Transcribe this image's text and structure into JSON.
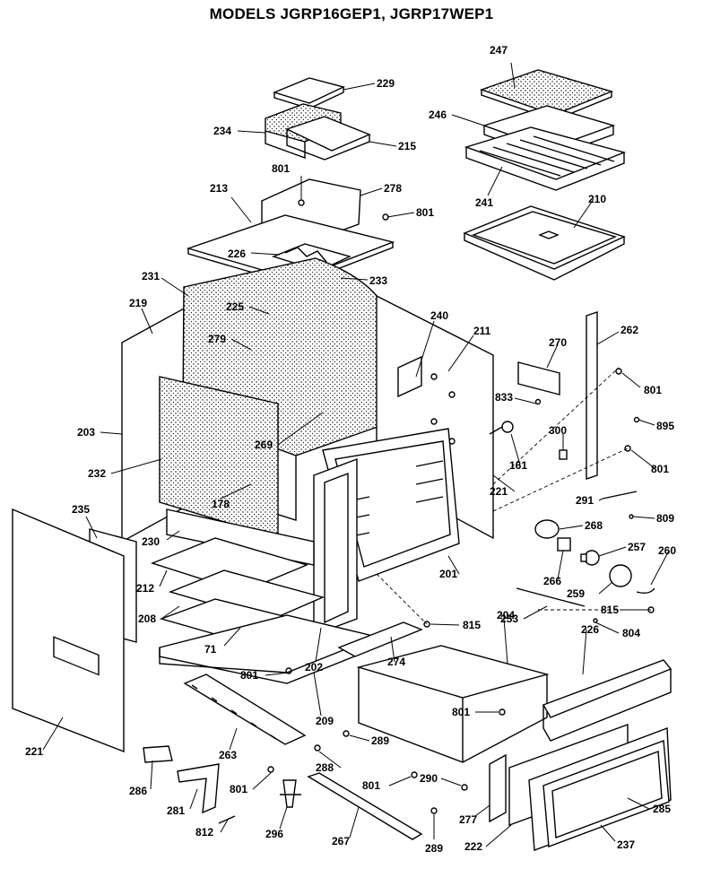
{
  "title": "MODELS JGRP16GEP1, JGRP17WEP1",
  "callouts": [
    {
      "text": "229"
    },
    {
      "text": "234"
    },
    {
      "text": "215"
    },
    {
      "text": "801"
    },
    {
      "text": "213"
    },
    {
      "text": "278"
    },
    {
      "text": "801"
    },
    {
      "text": "226"
    },
    {
      "text": "233"
    },
    {
      "text": "231"
    },
    {
      "text": "225"
    },
    {
      "text": "219"
    },
    {
      "text": "279"
    },
    {
      "text": "240"
    },
    {
      "text": "211"
    },
    {
      "text": "203"
    },
    {
      "text": "269"
    },
    {
      "text": "232"
    },
    {
      "text": "178"
    },
    {
      "text": "235"
    },
    {
      "text": "230"
    },
    {
      "text": "212"
    },
    {
      "text": "208"
    },
    {
      "text": "71"
    },
    {
      "text": "801"
    },
    {
      "text": "202"
    },
    {
      "text": "274"
    },
    {
      "text": "815"
    },
    {
      "text": "209"
    },
    {
      "text": "221"
    },
    {
      "text": "263"
    },
    {
      "text": "286"
    },
    {
      "text": "281"
    },
    {
      "text": "801"
    },
    {
      "text": "812"
    },
    {
      "text": "296"
    },
    {
      "text": "247"
    },
    {
      "text": "246"
    },
    {
      "text": "241"
    },
    {
      "text": "210"
    },
    {
      "text": "262"
    },
    {
      "text": "270"
    },
    {
      "text": "801"
    },
    {
      "text": "833"
    },
    {
      "text": "895"
    },
    {
      "text": "300"
    },
    {
      "text": "161"
    },
    {
      "text": "801"
    },
    {
      "text": "221"
    },
    {
      "text": "291"
    },
    {
      "text": "268"
    },
    {
      "text": "809"
    },
    {
      "text": "201"
    },
    {
      "text": "257"
    },
    {
      "text": "260"
    },
    {
      "text": "266"
    },
    {
      "text": "259"
    },
    {
      "text": "815"
    },
    {
      "text": "253"
    },
    {
      "text": "804"
    },
    {
      "text": "204"
    },
    {
      "text": "226"
    },
    {
      "text": "801"
    },
    {
      "text": "289"
    },
    {
      "text": "288"
    },
    {
      "text": "801"
    },
    {
      "text": "290"
    },
    {
      "text": "285"
    },
    {
      "text": "277"
    },
    {
      "text": "267"
    },
    {
      "text": "289"
    },
    {
      "text": "222"
    },
    {
      "text": "237"
    }
  ]
}
